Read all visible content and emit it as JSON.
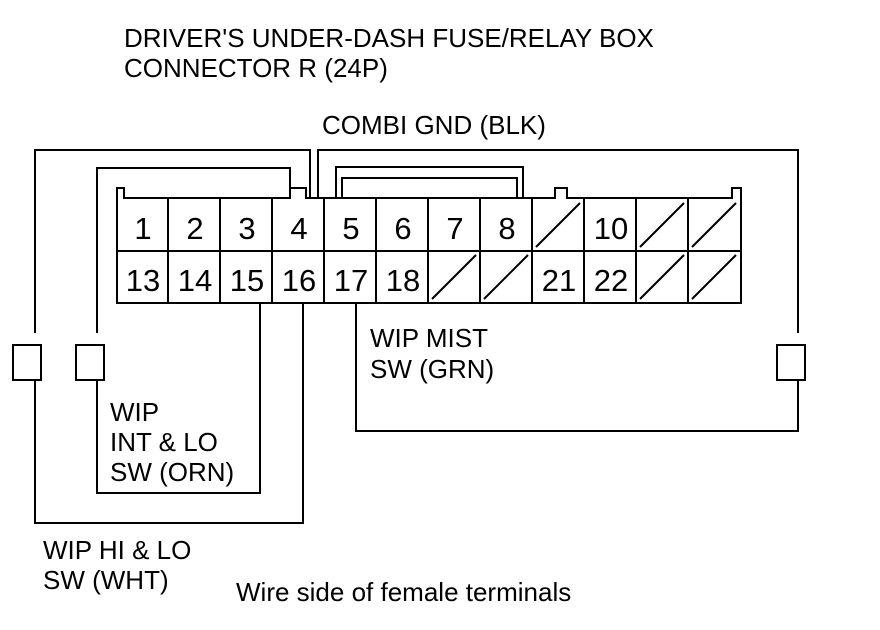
{
  "title": {
    "line1": "DRIVER'S UNDER-DASH FUSE/RELAY BOX",
    "line2": "CONNECTOR R (24P)"
  },
  "wires": {
    "combi_gnd": "COMBI GND (BLK)",
    "wip_mist": {
      "line1": "WIP MIST",
      "line2": "SW (GRN)"
    },
    "wip_int_lo": {
      "line1": "WIP",
      "line2": "INT & LO",
      "line3": "SW (ORN)"
    },
    "wip_hi_lo": {
      "line1": "WIP HI & LO",
      "line2": "SW (WHT)"
    }
  },
  "caption": "Wire side of female terminals",
  "connector": {
    "row1": [
      "1",
      "2",
      "3",
      "4",
      "5",
      "6",
      "7",
      "8",
      "",
      "10",
      "",
      ""
    ],
    "row2": [
      "13",
      "14",
      "15",
      "16",
      "17",
      "18",
      "",
      "",
      "21",
      "22",
      "",
      ""
    ]
  }
}
